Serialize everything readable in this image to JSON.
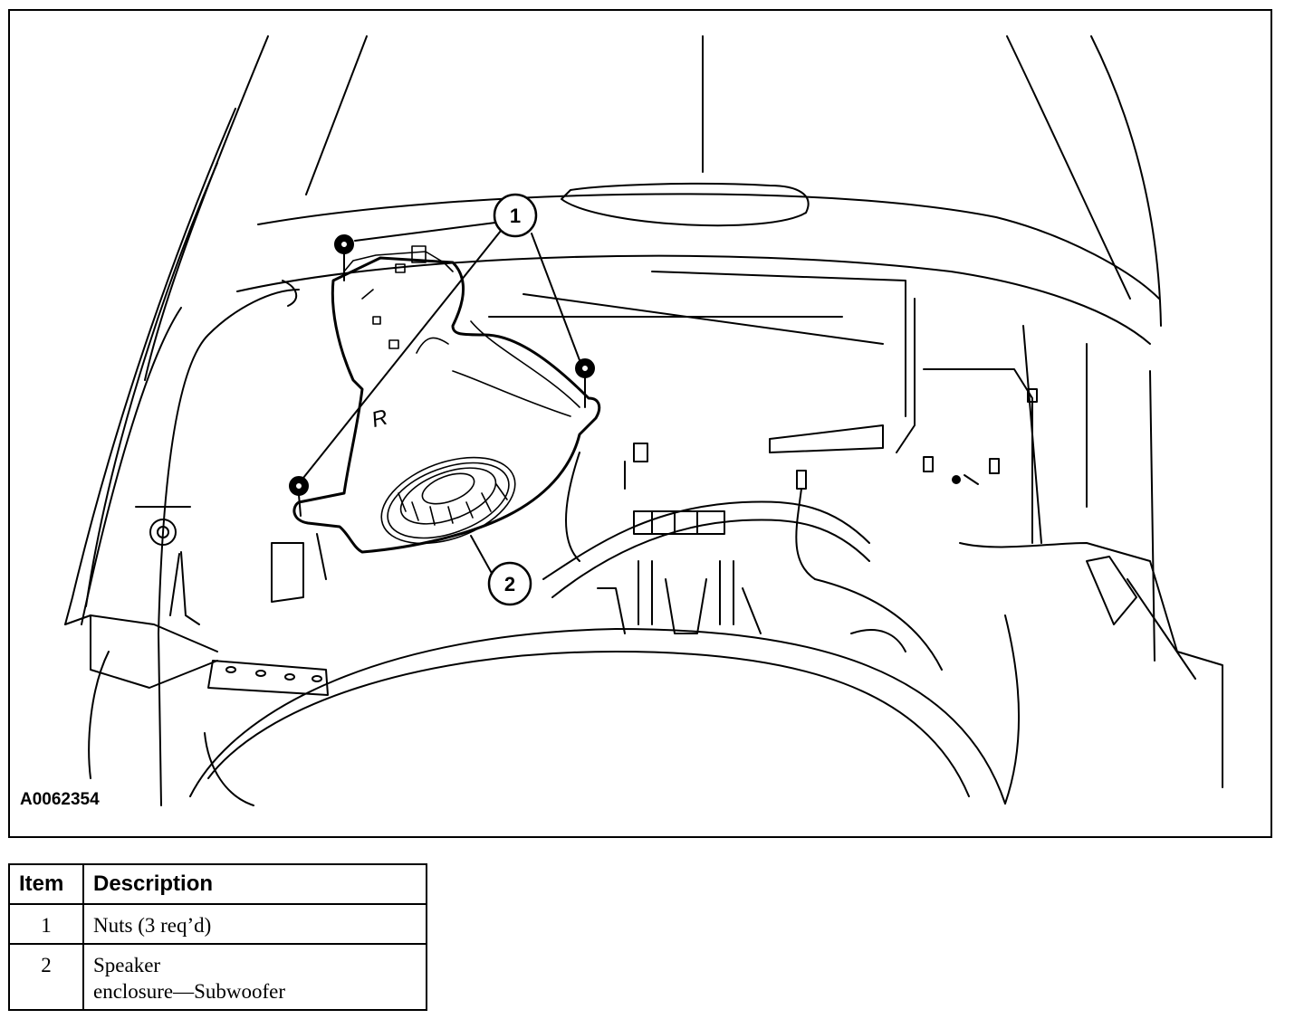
{
  "figure": {
    "id_label": "A0062354",
    "callouts": [
      {
        "number": "1",
        "target": "nuts"
      },
      {
        "number": "2",
        "target": "speaker-enclosure"
      }
    ],
    "enclosure_marking": "R"
  },
  "legend": {
    "headers": {
      "item": "Item",
      "description": "Description"
    },
    "rows": [
      {
        "item": "1",
        "description": "Nuts (3 req’d)"
      },
      {
        "item": "2",
        "description_line1": "Speaker",
        "description_line2": "enclosure—Subwoofer"
      }
    ]
  }
}
